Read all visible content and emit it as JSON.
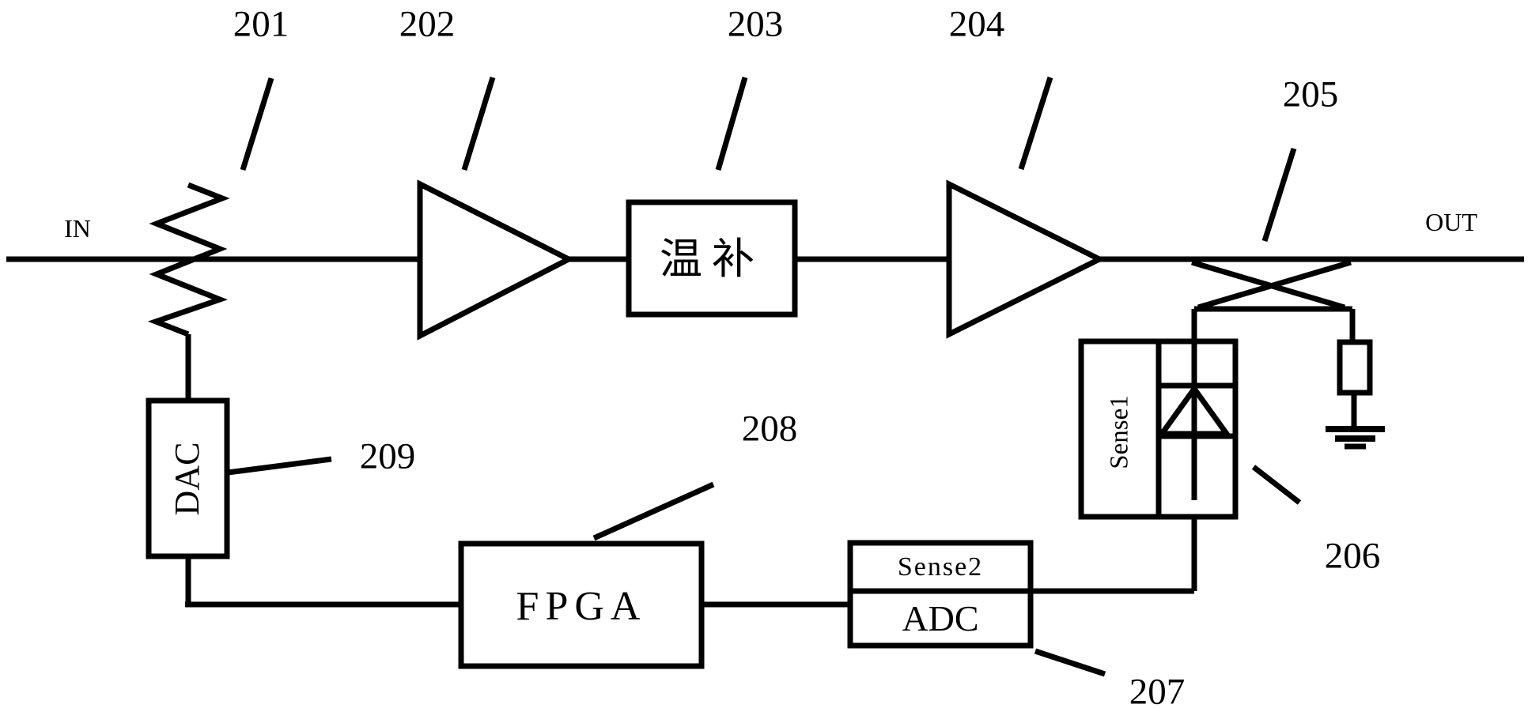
{
  "labels": {
    "in": "IN",
    "out": "OUT"
  },
  "refs": {
    "n201": "201",
    "n202": "202",
    "n203": "203",
    "n204": "204",
    "n205": "205",
    "n206": "206",
    "n207": "207",
    "n208": "208",
    "n209": "209"
  },
  "components": {
    "temp_comp_label": "温补",
    "dac_label": "DAC",
    "fpga_label": "FPGA",
    "adc_label": "ADC",
    "sense1_label": "Sense1",
    "sense2_label": "Sense2"
  },
  "colors": {
    "line": "#000000",
    "background": "#ffffff"
  }
}
